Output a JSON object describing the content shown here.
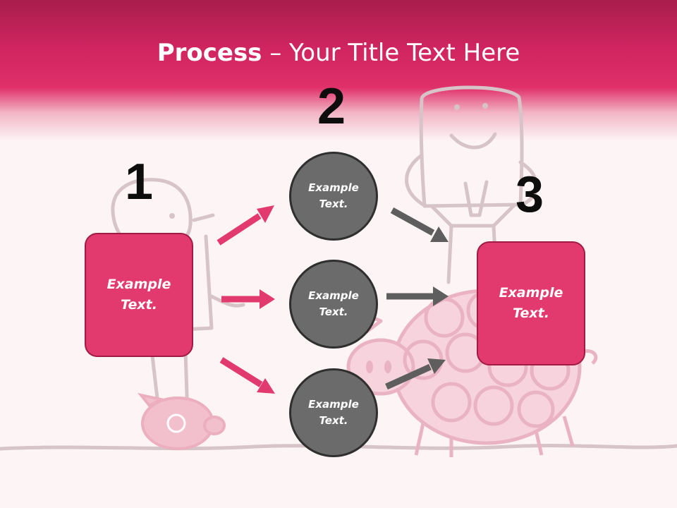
{
  "title": {
    "bold": "Process",
    "rest": " – Your Title Text Here"
  },
  "steps": {
    "one": "1",
    "two": "2",
    "three": "3"
  },
  "boxes": {
    "left": "Example Text.",
    "right": "Example Text."
  },
  "circles": {
    "top": "Example Text.",
    "middle": "Example Text.",
    "bottom": "Example Text."
  },
  "colors": {
    "accent": "#e23a6e",
    "header": "#d02560",
    "circle": "#6b6b6b",
    "arrow_dark": "#5e5e5e"
  }
}
